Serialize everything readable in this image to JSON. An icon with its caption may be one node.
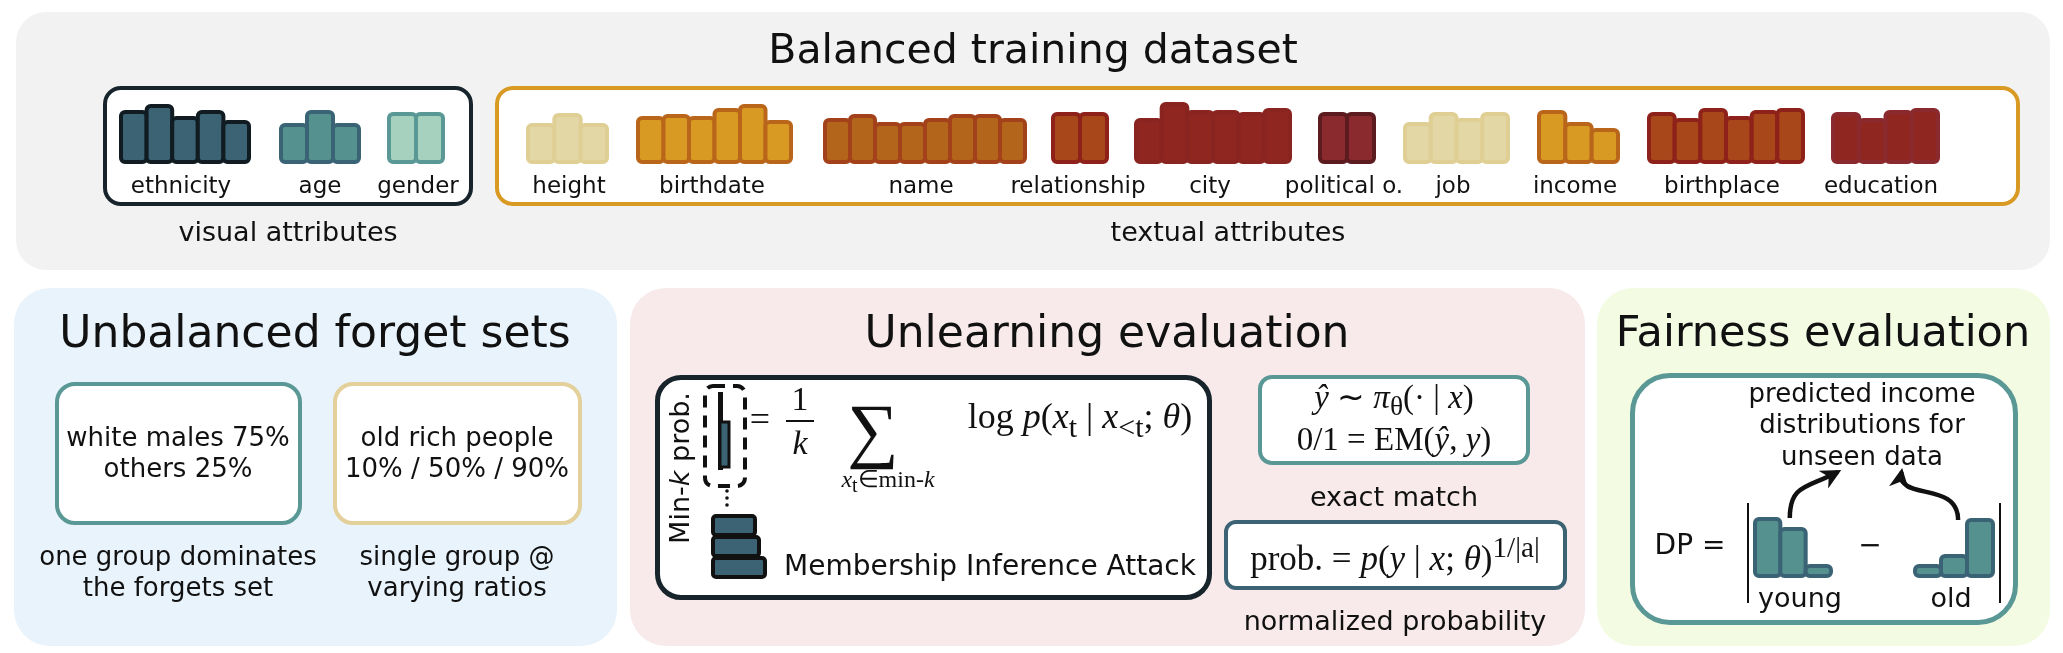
{
  "diagram": {
    "nodes": [
      {
        "text": [
          "Balanced training dataset"
        ]
      },
      {
        "text": [
          "ethnicity",
          "age",
          "gender"
        ],
        "beside": [
          "visual attributes"
        ],
        "in": 0
      },
      {
        "text": [
          "height",
          "birthdate",
          "name",
          "relationship",
          "city",
          "political o.",
          "job",
          "income",
          "birthplace",
          "education"
        ],
        "beside": [
          "textual attributes"
        ],
        "in": 0
      },
      {
        "text": [
          "Unbalanced forget sets"
        ]
      },
      {
        "text": [
          "white males 75% others 25%"
        ],
        "beside": [
          "one group dominates the forgets set"
        ],
        "in": 3
      },
      {
        "text": [
          "old rich people 10% / 50% / 90%"
        ],
        "beside": [
          "single group @ varying ratios"
        ],
        "in": 3
      },
      {
        "text": [
          "Unlearning evaluation"
        ]
      },
      {
        "text": [
          "Min-*k* prob.",
          "=",
          "1",
          "*k*",
          "∑",
          "*x*$_{t}$∈min-*k*",
          "log *p*(*x*$_{t}$ | *x*$_{<t}$; *θ*)",
          "Membership Inference Attack"
        ],
        "in": 6
      },
      {
        "text": [
          "*ŷ* ∼ *π*$_{θ}$(· | *x*)",
          "0/1 = EM(*ŷ*, *y*)"
        ],
        "beside": [
          "exact match"
        ],
        "in": 6
      },
      {
        "text": [
          "prob. = *p*(*y* | *x*; *θ*)$^{1/|a|}$"
        ],
        "beside": [
          "normalized probability"
        ],
        "in": 6
      },
      {
        "text": [
          "Fairness evaluation"
        ]
      },
      {
        "text": [
          "DP =",
          "−"
        ],
        "in": 10
      },
      {
        "text": [
          "predicted income distributions for unseen data"
        ],
        "in": 11
      },
      {
        "text": [],
        "shape": "bar",
        "beside": [
          "young"
        ],
        "in": 11
      },
      {
        "text": [],
        "shape": "bar",
        "beside": [
          "old"
        ],
        "in": 11
      }
    ],
    "edges": [
      {
        "from": 13,
        "to": 12,
        "arrow": "to"
      },
      {
        "from": 14,
        "to": 12,
        "arrow": "to"
      }
    ]
  }
}
